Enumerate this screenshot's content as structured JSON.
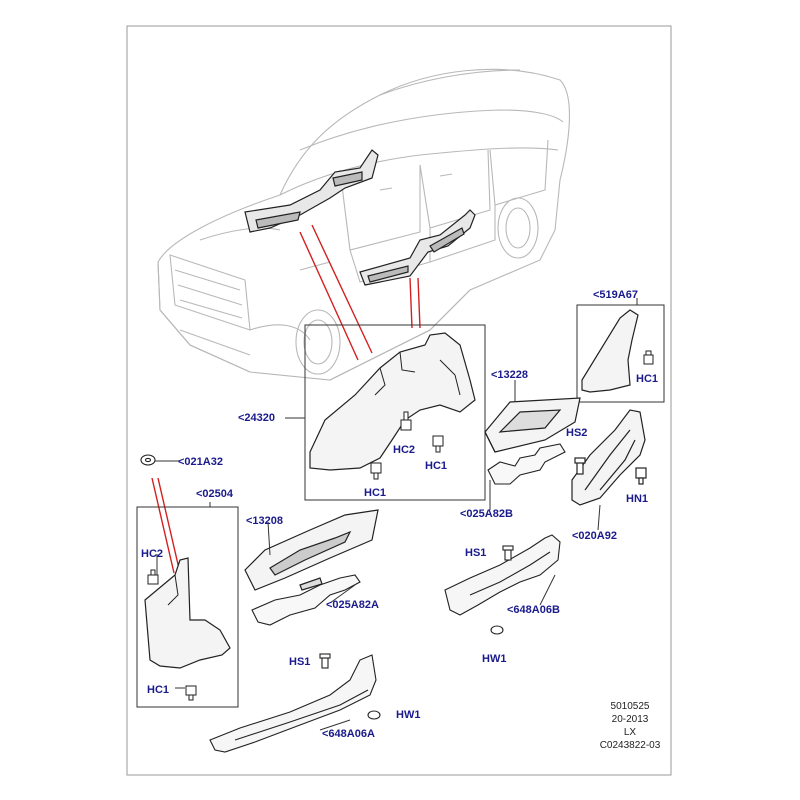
{
  "callouts": {
    "c519A67": "<519A67",
    "c13228": "<13228",
    "c24320": "<24320",
    "c021A32": "<021A32",
    "c02504": "<02504",
    "c13208": "<13208",
    "c025A82B": "<025A82B",
    "c025A82A": "<025A82A",
    "c020A92": "<020A92",
    "c648A06B": "<648A06B",
    "c648A06A": "<648A06A"
  },
  "fasteners": {
    "hc1_top": "HC1",
    "hc1_b": "HC1",
    "hc2_b": "HC2",
    "hc1_c": "HC1",
    "hs2": "HS2",
    "hn1": "HN1",
    "hc2_left": "HC2",
    "hc1_left": "HC1",
    "hs1_mid": "HS1",
    "hw1_mid": "HW1",
    "hs1_low": "HS1",
    "hw1_low": "HW1"
  },
  "reference": {
    "line1": "5010525",
    "line2": "20-2013",
    "line3": "LX",
    "line4": "C0243822-03"
  },
  "colors": {
    "callout_text": "#1a1a8c",
    "leader_red": "#d42020",
    "part_outline": "#333333",
    "car_outline": "#b8b8b8",
    "frame": "#9a9a9a"
  }
}
